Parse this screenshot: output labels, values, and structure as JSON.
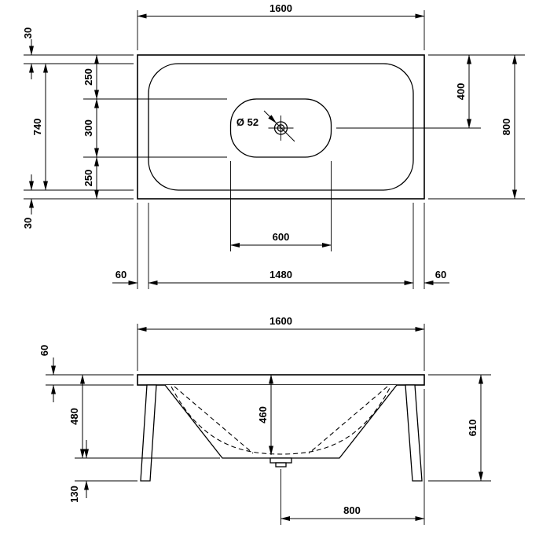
{
  "drawing": {
    "top_view": {
      "width_label": "1600",
      "gap_top_label": "30",
      "rim_height_label": "740",
      "gap_bottom_label": "30",
      "segment_top_label": "250",
      "segment_middle_label": "300",
      "segment_bottom_label": "250",
      "drain_diameter_label": "Ø 52",
      "drain_offset_label": "400",
      "depth_label": "800",
      "basin_width_label": "600",
      "inner_width_label": "1480",
      "side_gap_left_label": "60",
      "side_gap_right_label": "60"
    },
    "front_view": {
      "width_label": "1600",
      "rim_thickness_label": "60",
      "body_height_label": "480",
      "floor_clearance_label": "130",
      "interior_depth_label": "460",
      "total_height_label": "610",
      "half_width_label": "800"
    }
  }
}
